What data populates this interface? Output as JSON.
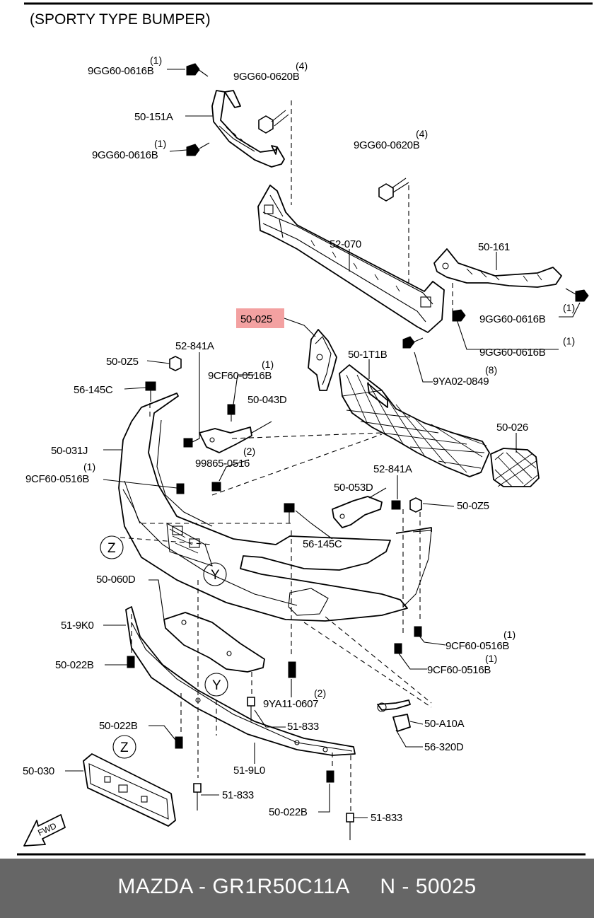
{
  "title": "(SPORTY TYPE BUMPER)",
  "highlight_color": "#f3a1a1",
  "footer_bg": "#666666",
  "footer": "MAZDA - GR1R50C11A     N - 50025",
  "labels": {
    "b1": "9GG60-0616B",
    "b1q": "(1)",
    "b2": "9GG60-0620B",
    "b2q": "(4)",
    "b3": "50-151A",
    "b4": "9GG60-0616B",
    "b4q": "(1)",
    "b5": "9GG60-0620B",
    "b5q": "(4)",
    "b6": "52-070",
    "b7": "50-161",
    "b8": "9GG60-0616B",
    "b8q": "(1)",
    "b9": "9GG60-0616B",
    "b9q": "(1)",
    "b10": "50-025",
    "b11": "50-1T1B",
    "b12": "9YA02-0849",
    "b12q": "(8)",
    "b13": "50-0Z5",
    "b14": "52-841A",
    "b15": "9CF60-0516B",
    "b15q": "(1)",
    "b16": "56-145C",
    "b17": "50-043D",
    "b18": "50-031J",
    "b19": "99865-0516",
    "b19q": "(2)",
    "b20": "9CF60-0516B",
    "b20q": "(1)",
    "b21": "50-026",
    "b22": "52-841A",
    "b23": "50-053D",
    "b24": "50-0Z5",
    "b25": "56-145C",
    "b26": "Z",
    "b27": "Y",
    "b28": "50-060D",
    "b29": "51-9K0",
    "b30": "50-022B",
    "b31": "9CF60-0516B",
    "b31q": "(1)",
    "b32": "9CF60-0516B",
    "b32q": "(1)",
    "b33": "Y",
    "b34": "9YA11-0607",
    "b34q": "(2)",
    "b35": "51-833",
    "b36": "50-A10A",
    "b37": "50-022B",
    "b38": "56-320D",
    "b39": "Z",
    "b40": "50-030",
    "b41": "51-9L0",
    "b42": "51-833",
    "b43": "50-022B",
    "b44": "51-833",
    "b45": "FWD"
  }
}
